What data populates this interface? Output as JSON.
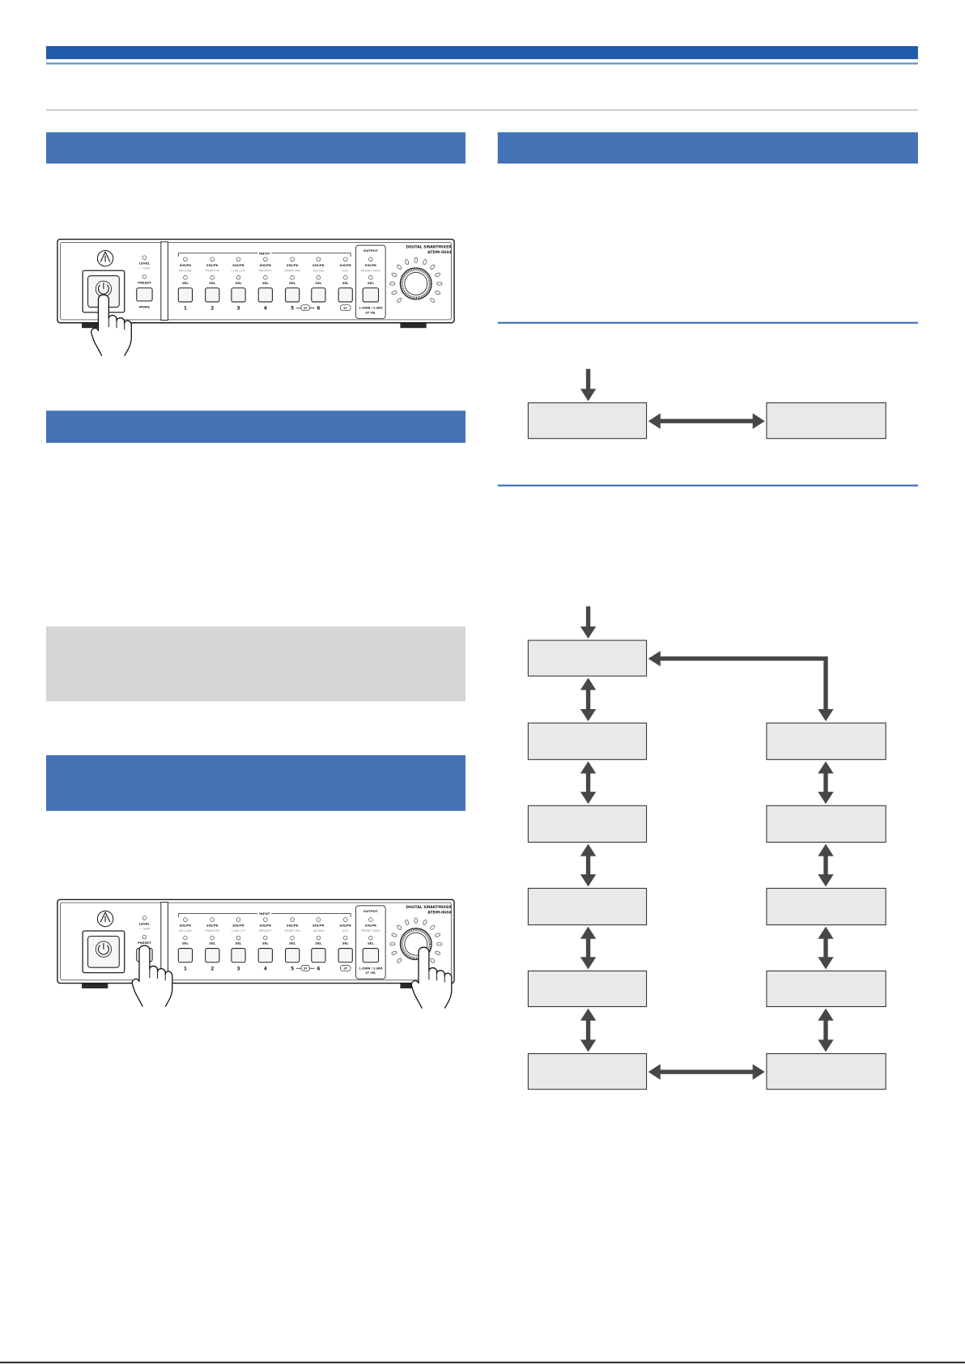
{
  "colors": {
    "top_bar": "#215aa8",
    "top_rule": "#5b8fd0",
    "section_header": "#4572b5",
    "section_rule": "#3d6db5",
    "note_box": "#d5d5d5",
    "flow_box": "#e9e9e9",
    "arrow": "#474747"
  },
  "device": {
    "brand": {
      "name": "DIGITAL SMARTMIXER",
      "model": "ATDM-0604"
    },
    "left_panel": {
      "level": "LEVEL",
      "gain": "— GAIN",
      "preset": "PRESET",
      "mode": "MODE"
    },
    "input": {
      "title": "INPUT",
      "link_label": "ST",
      "channels": [
        {
          "meter": "SIG/PK",
          "function": "MIC/LINE",
          "select": "SEL",
          "number": "1"
        },
        {
          "meter": "SIG/PK",
          "function": "PHANTOM",
          "select": "SEL",
          "number": "2"
        },
        {
          "meter": "SIG/PK",
          "function": "LOW CUT",
          "select": "SEL",
          "number": "3"
        },
        {
          "meter": "SIG/PK",
          "function": "PRIORITY",
          "select": "SEL",
          "number": "4"
        },
        {
          "meter": "SIG/PK",
          "function": "SMART MIX",
          "select": "SEL",
          "number": "5"
        },
        {
          "meter": "SIG/PK",
          "function": "ASSIGN",
          "select": "SEL",
          "number": "6"
        },
        {
          "meter": "SIG/PK",
          "function": "AGC",
          "select": "SEL",
          "number": "ST"
        }
      ]
    },
    "output": {
      "title": "OUTPUT",
      "meter": "SIG/PK",
      "function": "PRESET SAVE",
      "select": "SEL",
      "legend_line1": "1-2GRN / 2-3RD",
      "legend_line2": "ST YEL"
    }
  }
}
